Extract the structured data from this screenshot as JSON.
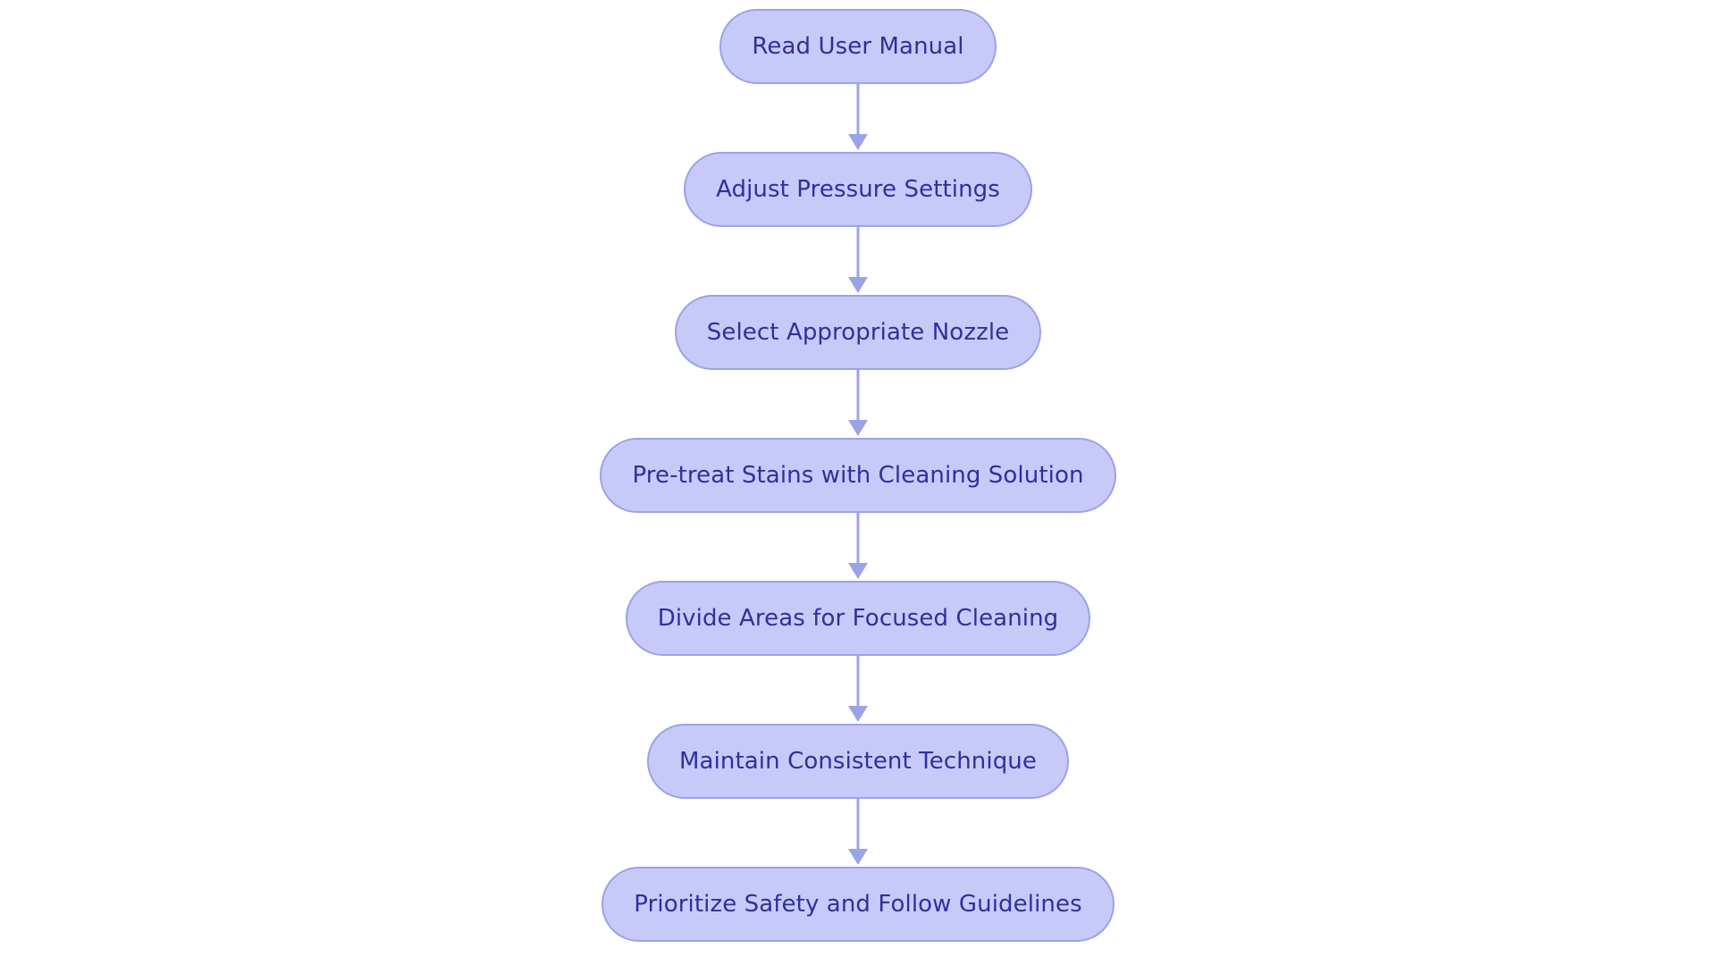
{
  "chart_data": {
    "type": "diagram",
    "diagram_type": "flowchart",
    "orientation": "vertical-top-to-bottom",
    "title": "",
    "node_count": 7,
    "edge_count": 6,
    "nodes": [
      {
        "id": "n1",
        "label": "Read User Manual"
      },
      {
        "id": "n2",
        "label": "Adjust Pressure Settings"
      },
      {
        "id": "n3",
        "label": "Select Appropriate Nozzle"
      },
      {
        "id": "n4",
        "label": "Pre-treat Stains with Cleaning Solution"
      },
      {
        "id": "n5",
        "label": "Divide Areas for Focused Cleaning"
      },
      {
        "id": "n6",
        "label": "Maintain Consistent Technique"
      },
      {
        "id": "n7",
        "label": "Prioritize Safety and Follow Guidelines"
      }
    ],
    "edges": [
      {
        "from": "n1",
        "to": "n2",
        "label": "",
        "arrow": "down"
      },
      {
        "from": "n2",
        "to": "n3",
        "label": "",
        "arrow": "down"
      },
      {
        "from": "n3",
        "to": "n4",
        "label": "",
        "arrow": "down"
      },
      {
        "from": "n4",
        "to": "n5",
        "label": "",
        "arrow": "down"
      },
      {
        "from": "n5",
        "to": "n6",
        "label": "",
        "arrow": "down"
      },
      {
        "from": "n6",
        "to": "n7",
        "label": "",
        "arrow": "down"
      }
    ]
  },
  "style": {
    "background": "#ffffff",
    "node_fill": "#c7caf9",
    "node_border": "#9ba2e8",
    "node_text": "#2f2f9e",
    "connector": "#9ba2e8",
    "node_shape": "pill"
  }
}
